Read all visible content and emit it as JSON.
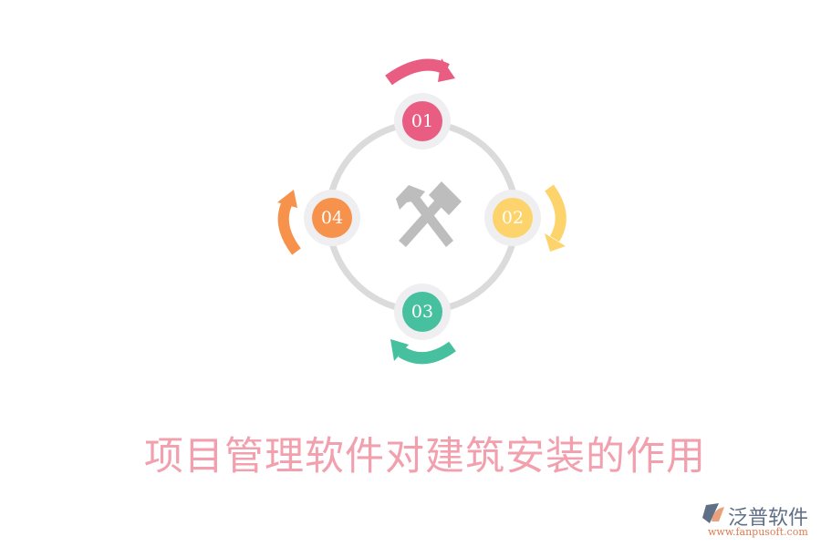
{
  "diagram": {
    "title": "项目管理软件对建筑安装的作用",
    "center_icon": "hammers-crossed-icon",
    "ring_color": "#dcdbdb",
    "nodes": [
      {
        "label": "01",
        "color": "#ea5d82",
        "position": "top"
      },
      {
        "label": "02",
        "color": "#fdd36c",
        "position": "right"
      },
      {
        "label": "03",
        "color": "#46c09f",
        "position": "bottom"
      },
      {
        "label": "04",
        "color": "#f7924d",
        "position": "left"
      }
    ]
  },
  "colors": {
    "title": "#f2a0ae",
    "node_ring": "#efeff1",
    "center_icon": "#bdbdbd"
  },
  "watermark": {
    "brand": "泛普软件",
    "url": "www.fanpusoft.com"
  }
}
